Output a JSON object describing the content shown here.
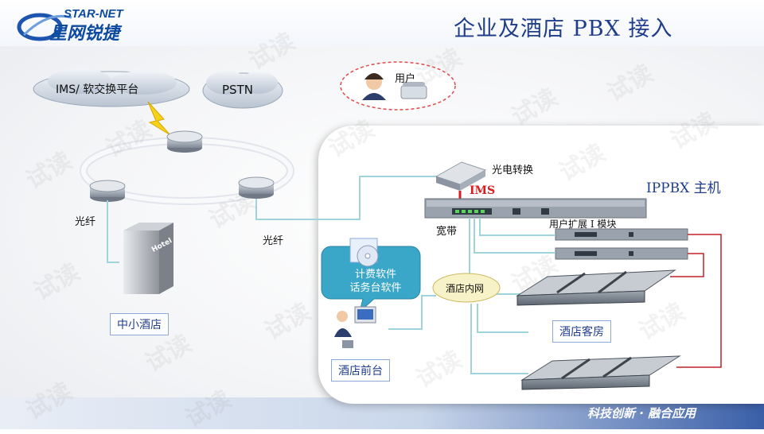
{
  "brand": {
    "name_en": "STAR-NET",
    "name_cn": "星网锐捷",
    "slogan": "科技创新 · 融合应用"
  },
  "title": "企业及酒店 PBX 接入",
  "cloud": {
    "ims_platform": "IMS/ 软交换平台",
    "pstn": "PSTN",
    "user": "用户"
  },
  "labels": {
    "fiber_left": "光纤",
    "fiber_mid": "光纤",
    "small_hotel": "中小酒店",
    "photo_converter": "光电转换",
    "ims": "IMS",
    "ippbx_host": "IPPBX 主机",
    "user_ext_module": "用户扩展 I 模块",
    "broadband": "宽带",
    "hotel_lan": "酒店内网",
    "guest_rooms": "酒店客房",
    "front_desk": "酒店前台",
    "billing_software": "计费软件",
    "console_software": "话务台软件",
    "hotel_sign": "Hotel"
  },
  "watermark_text": "试读",
  "colors": {
    "accent": "#1f3d8a",
    "ims_red": "#e0191c",
    "line_teal": "#9fd4dc",
    "red_line": "#c0202a",
    "bubble": "#3aa6c8"
  }
}
